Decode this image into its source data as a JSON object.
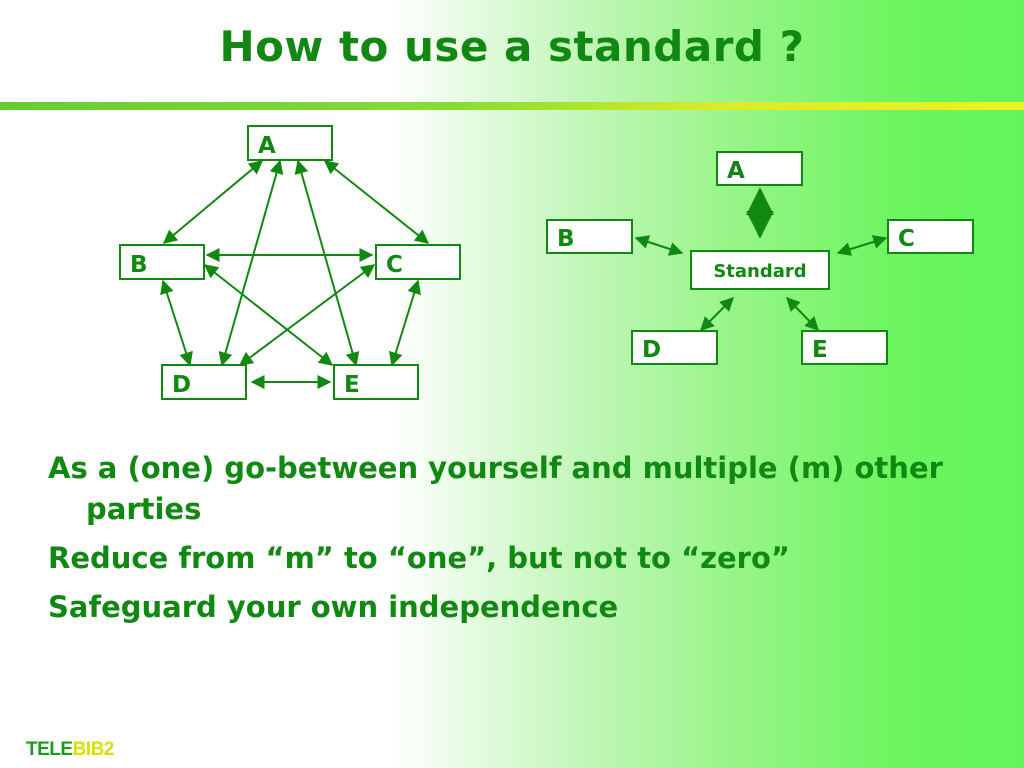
{
  "title": "How to use a standard ?",
  "colors": {
    "accent": "#118811",
    "stroke": "#118811"
  },
  "diagram_left": {
    "nodes": {
      "A": "A",
      "B": "B",
      "C": "C",
      "D": "D",
      "E": "E"
    }
  },
  "diagram_right": {
    "nodes": {
      "A": "A",
      "B": "B",
      "C": "C",
      "D": "D",
      "E": "E",
      "standard": "Standard"
    }
  },
  "bullets": [
    "As a (one) go-between yourself and multiple (m) other parties",
    "Reduce from “m” to “one”, but not to “zero”",
    "Safeguard your own independence"
  ],
  "logo": {
    "part1": "TELE",
    "part2": "BIB2"
  }
}
